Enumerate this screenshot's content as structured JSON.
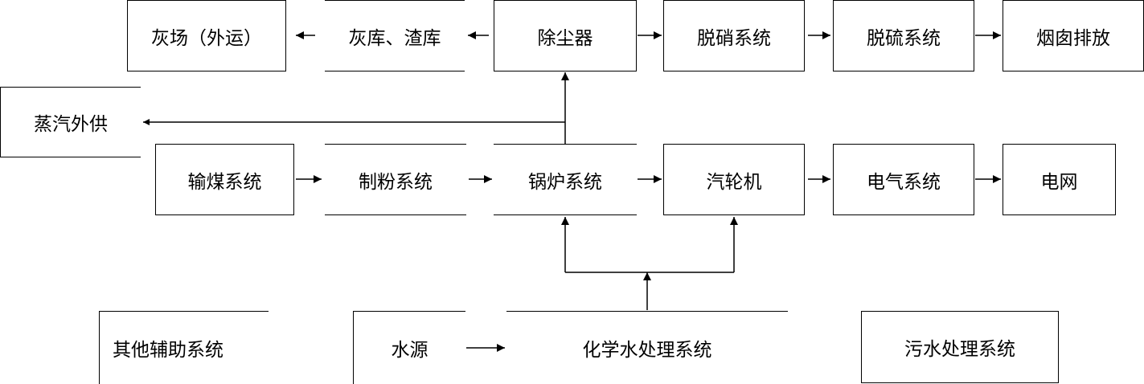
{
  "nodes": {
    "ash_yard": "灰场（外运）",
    "ash_slag_store": "灰库、渣库",
    "dust_collector": "除尘器",
    "denitration": "脱硝系统",
    "desulfurization": "脱硫系统",
    "chimney": "烟囱排放",
    "steam_supply": "蒸汽外供",
    "coal_conveying": "输煤系统",
    "pulverizing": "制粉系统",
    "boiler": "锅炉系统",
    "turbine": "汽轮机",
    "electrical": "电气系统",
    "grid": "电网",
    "other_aux": "其他辅助系统",
    "water_source": "水源",
    "chem_water": "化学水处理系统",
    "sewage": "污水处理系统"
  }
}
